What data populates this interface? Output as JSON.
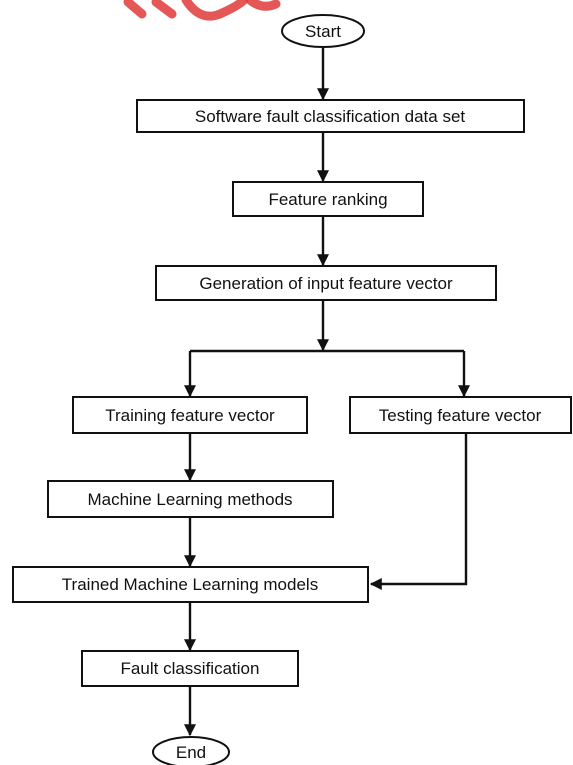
{
  "diagram": {
    "start": "Start",
    "dataset": "Software fault classification data set",
    "ranking": "Feature ranking",
    "generation": "Generation of input feature vector",
    "training": "Training feature vector",
    "testing": "Testing feature vector",
    "ml_methods": "Machine Learning methods",
    "trained_models": "Trained Machine Learning models",
    "fault_classification": "Fault classification",
    "end": "End"
  },
  "colors": {
    "stroke": "#111111",
    "watermark": "#e03a3a"
  }
}
